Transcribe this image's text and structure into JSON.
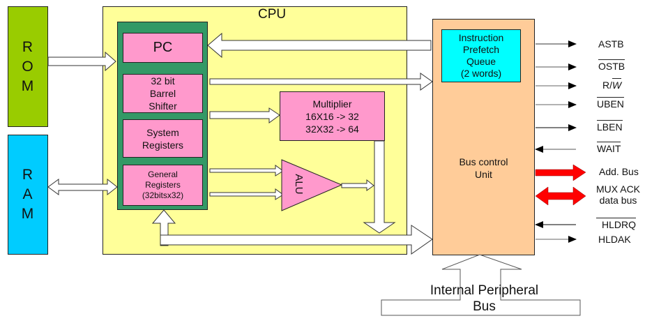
{
  "diagram": {
    "rom": {
      "label": "ROM",
      "letters": [
        "R",
        "O",
        "M"
      ]
    },
    "ram": {
      "label": "RAM",
      "letters": [
        "R",
        "A",
        "M"
      ]
    },
    "cpu": {
      "title": "CPU",
      "pc": "PC",
      "barrel_shifter": [
        "32 bit",
        "Barrel",
        "Shifter"
      ],
      "system_registers": [
        "System",
        "Registers"
      ],
      "general_registers": [
        "General",
        "Registers",
        "(32bitsx32)"
      ],
      "multiplier": [
        "Multiplier",
        "16X16 -> 32",
        "32X32 -> 64"
      ],
      "alu": "ALU"
    },
    "bus_control_unit": {
      "label": [
        "Bus control",
        "Unit"
      ],
      "prefetch_queue": [
        "Instruction",
        "Prefetch",
        "Queue",
        "(2 words)"
      ]
    },
    "signals": [
      {
        "name": "ASTB",
        "direction": "out",
        "active_low": false
      },
      {
        "name": "OSTB",
        "direction": "out",
        "active_low": true
      },
      {
        "name": "R/W",
        "prefix": "R/",
        "suffix": "W",
        "direction": "out",
        "active_low": "W only"
      },
      {
        "name": "UBEN",
        "direction": "out",
        "active_low": true
      },
      {
        "name": "LBEN",
        "direction": "out",
        "active_low": true
      },
      {
        "name": "WAIT",
        "direction": "in",
        "active_low": true
      },
      {
        "name": "Add. Bus",
        "direction": "out",
        "bus": true
      },
      {
        "name": "MUX ACK data bus",
        "lines": [
          "MUX ACK",
          "data bus"
        ],
        "direction": "bidirectional",
        "bus": true
      },
      {
        "name": "HLDRQ",
        "direction": "in",
        "active_low": true
      },
      {
        "name": "HLDAK",
        "direction": "out",
        "active_low": false
      }
    ],
    "internal_peripheral_bus": [
      "Internal Peripheral",
      "Bus"
    ],
    "colors": {
      "rom": "#99cc00",
      "ram": "#00ccff",
      "cpu": "#ffff99",
      "register_file": "#339966",
      "block": "#ff99cc",
      "bus_control": "#ffcc99",
      "prefetch_queue": "#00ffff",
      "bus_arrow": "#ff0000"
    }
  }
}
